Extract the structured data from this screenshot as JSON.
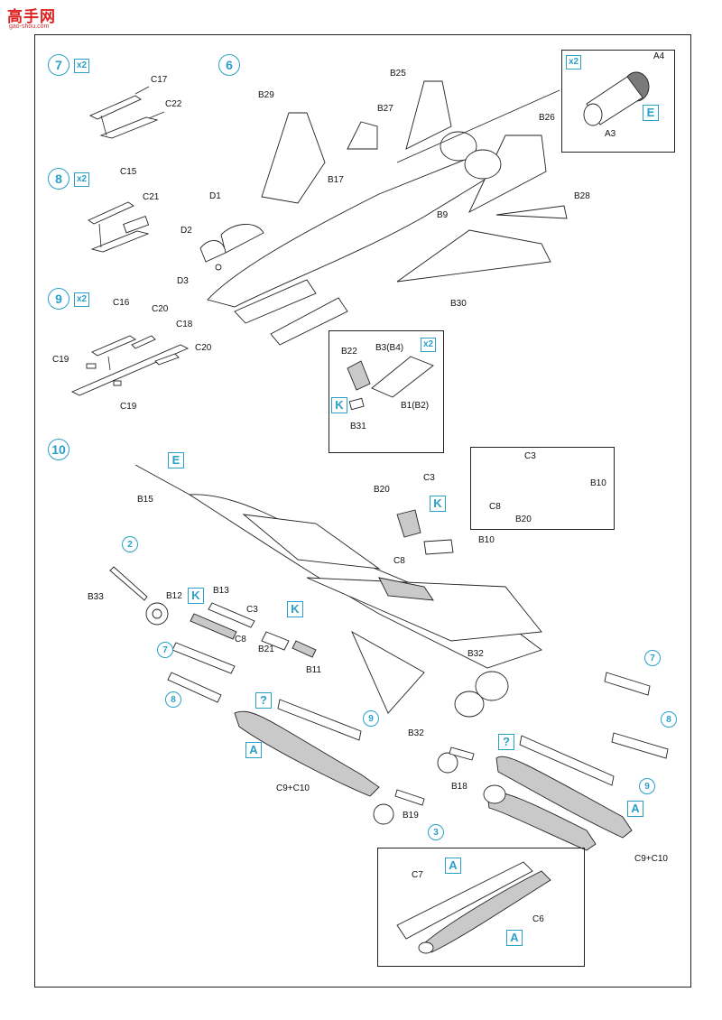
{
  "logo": {
    "text": "高手网",
    "sub": "gao-shou.com"
  },
  "steps": {
    "s7": "7",
    "s8": "8",
    "s9": "9",
    "s6": "6",
    "s10": "10"
  },
  "multipliers": {
    "x2": "x2"
  },
  "boxes": {
    "E": "E",
    "K": "K",
    "A": "A",
    "Q": "?"
  },
  "subs": {
    "n2": "2",
    "n3": "3",
    "n7": "7",
    "n8": "8",
    "n9": "9"
  },
  "labels": {
    "C17": "C17",
    "C22": "C22",
    "C15": "C15",
    "C21": "C21",
    "C16": "C16",
    "C20": "C20",
    "C18": "C18",
    "C19": "C19",
    "B25": "B25",
    "B29": "B29",
    "B27": "B27",
    "B26": "B26",
    "B17": "B17",
    "B28": "B28",
    "B9": "B9",
    "D1": "D1",
    "D2": "D2",
    "D3": "D3",
    "B30": "B30",
    "A4": "A4",
    "A3": "A3",
    "B22": "B22",
    "B3B4": "B3(B4)",
    "B1B2": "B1(B2)",
    "B31": "B31",
    "B15": "B15",
    "C3": "C3",
    "B20": "B20",
    "C8": "C8",
    "B10": "B10",
    "B33": "B33",
    "B12": "B12",
    "B13": "B13",
    "B21": "B21",
    "B11": "B11",
    "B32": "B32",
    "B18": "B18",
    "B19": "B19",
    "C9C10": "C9+C10",
    "C7": "C7",
    "C6": "C6"
  },
  "icons": {
    "step": "circled-number",
    "box": "boxed-letter"
  },
  "colors": {
    "accent": "#2aa0c8",
    "line": "#222222",
    "shade": "#c9c9c9"
  }
}
